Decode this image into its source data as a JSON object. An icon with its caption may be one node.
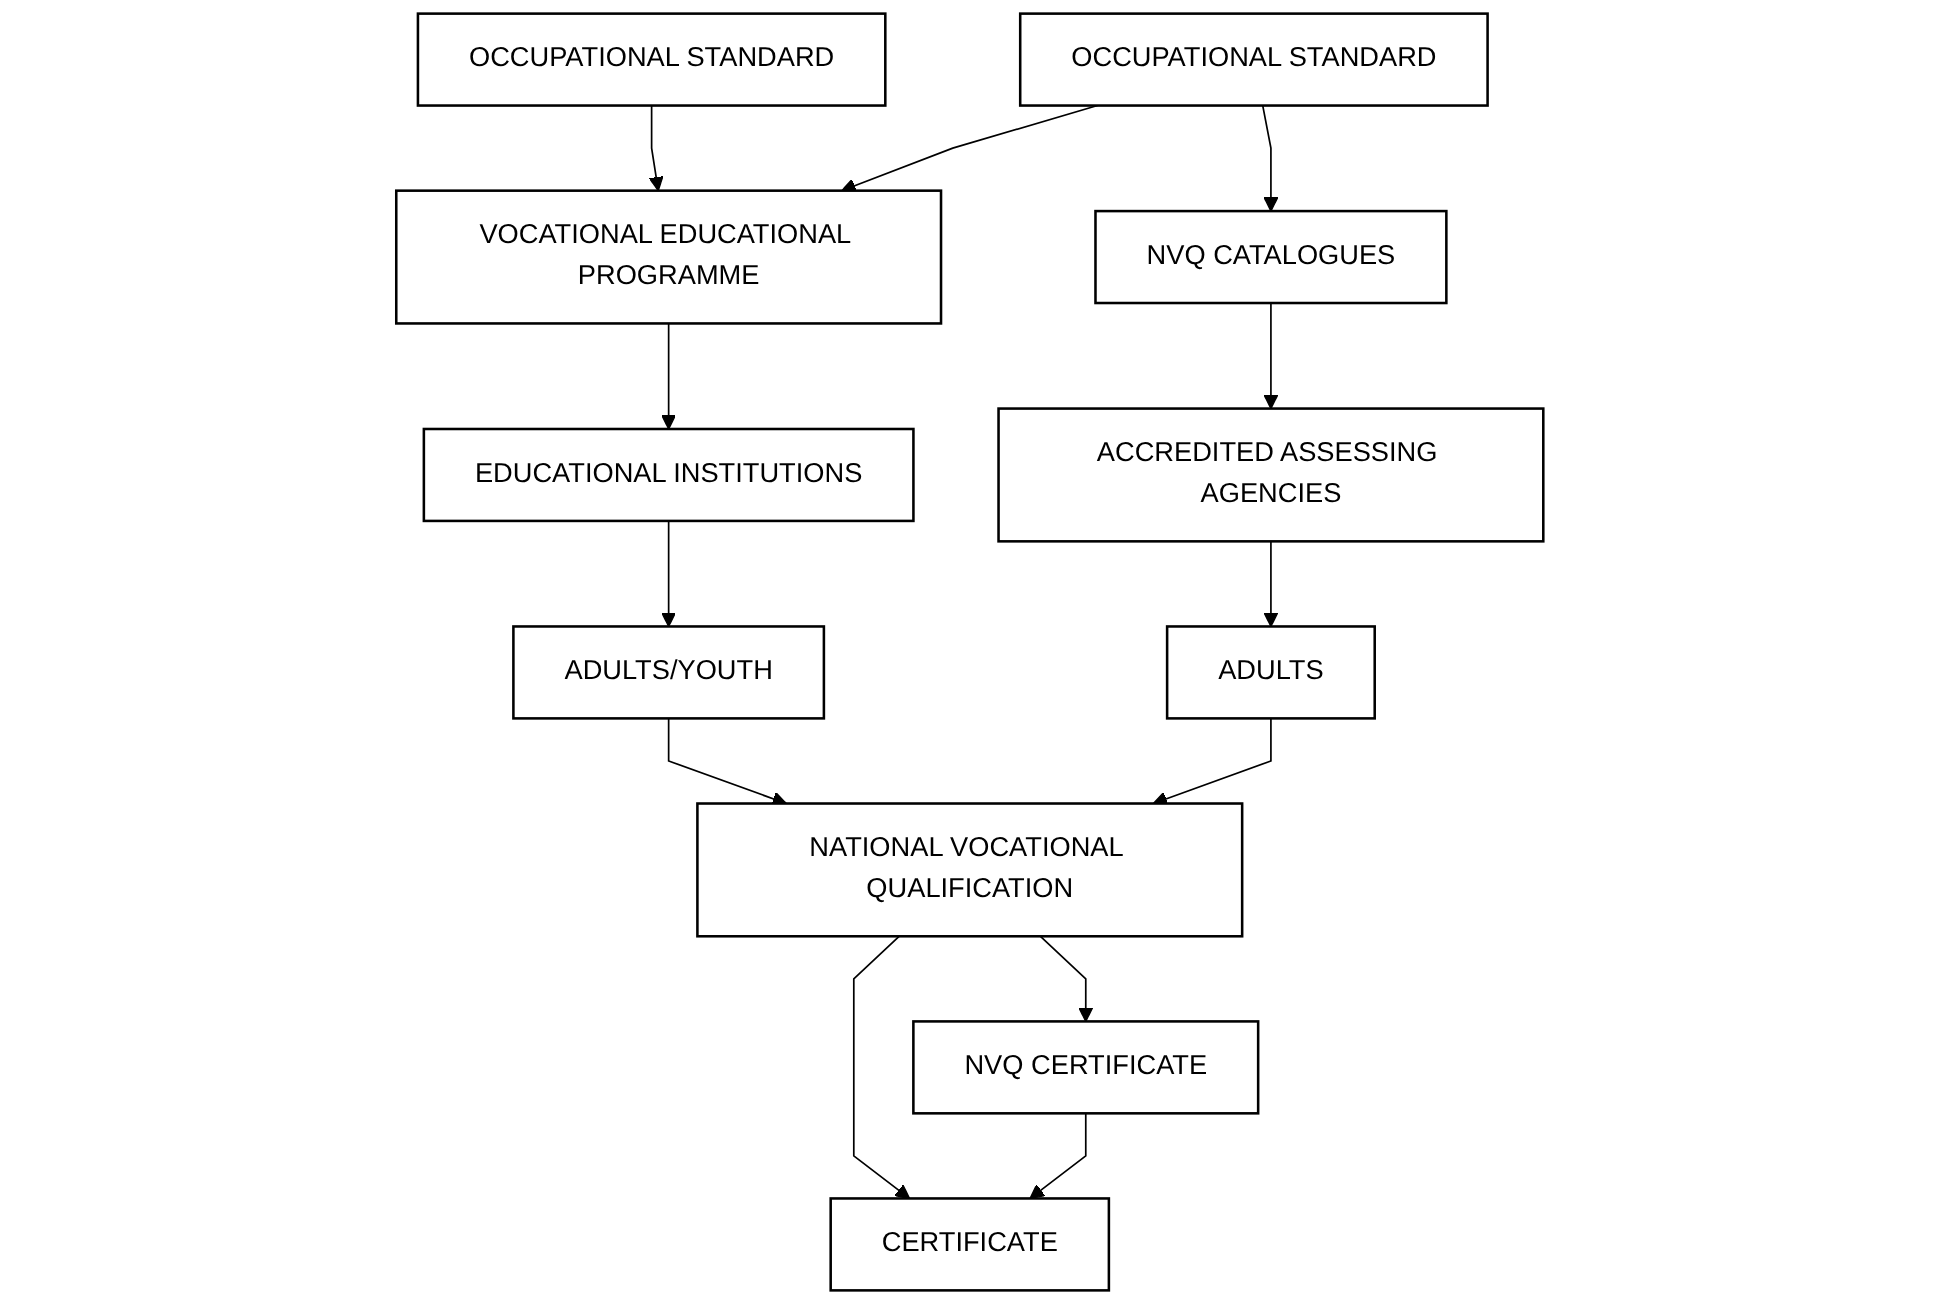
{
  "diagram": {
    "nodes": [
      {
        "text": [
          "OCCUPATIONAL STANDARD"
        ]
      },
      {
        "text": [
          "OCCUPATIONAL STANDARD"
        ]
      },
      {
        "text": [
          "VOCATIONAL EDUCATIONAL PROGRAMME"
        ]
      },
      {
        "text": [
          "NVQ CATALOGUES"
        ]
      },
      {
        "text": [
          "EDUCATIONAL INSTITUTIONS"
        ]
      },
      {
        "text": [
          "ACCREDITED ASSESSING AGENCIES"
        ]
      },
      {
        "text": [
          "ADULTS/YOUTH"
        ]
      },
      {
        "text": [
          "ADULTS"
        ]
      },
      {
        "text": [
          "NATIONAL VOCATIONAL QUALIFICATION"
        ]
      },
      {
        "text": [
          "CERTIFICATE"
        ]
      },
      {
        "text": [
          "NVQ CERTIFICATE"
        ]
      }
    ],
    "edges": [
      {
        "from": 0,
        "to": 2,
        "arrow": "to"
      },
      {
        "from": 1,
        "to": 2,
        "arrow": "to"
      },
      {
        "from": 1,
        "to": 3,
        "arrow": "to"
      },
      {
        "from": 2,
        "to": 4,
        "arrow": "to"
      },
      {
        "from": 3,
        "to": 5,
        "arrow": "to"
      },
      {
        "from": 4,
        "to": 6,
        "arrow": "to"
      },
      {
        "from": 5,
        "to": 7,
        "arrow": "to"
      },
      {
        "from": 6,
        "to": 8,
        "arrow": "to"
      },
      {
        "from": 7,
        "to": 8,
        "arrow": "to"
      },
      {
        "from": 8,
        "to": 9,
        "arrow": "to"
      },
      {
        "from": 8,
        "to": 10,
        "arrow": "to"
      },
      {
        "from": 10,
        "to": 9,
        "arrow": "to"
      }
    ]
  }
}
